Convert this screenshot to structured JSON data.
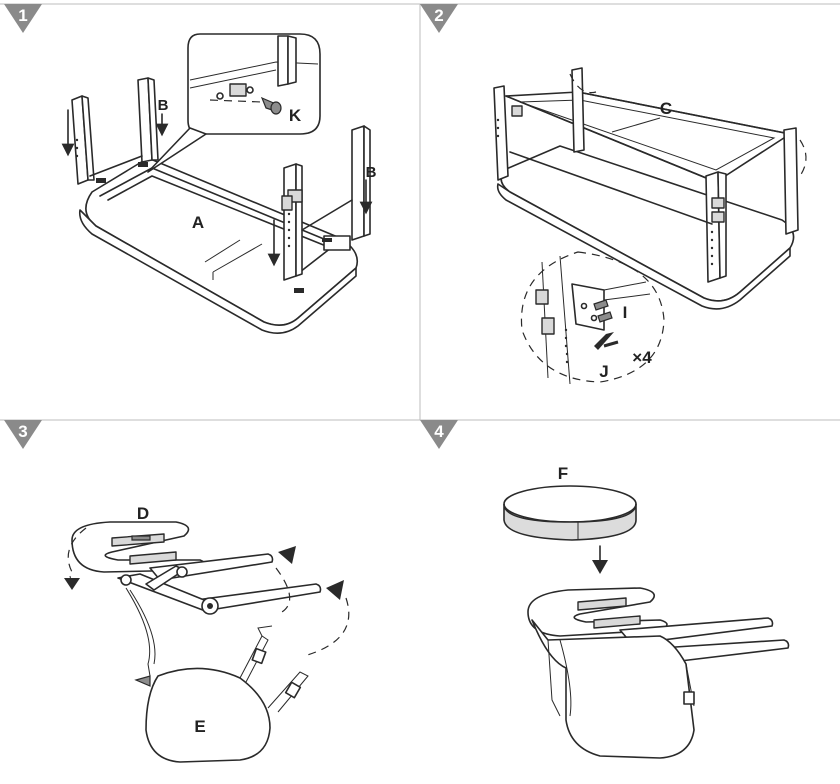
{
  "steps": [
    {
      "number": "1",
      "labels": {
        "A": "A",
        "B_left": "B",
        "B_right": "B",
        "K": "K"
      }
    },
    {
      "number": "2",
      "labels": {
        "C": "C",
        "I": "I",
        "J": "J",
        "count": "×4"
      }
    },
    {
      "number": "3",
      "labels": {
        "D": "D",
        "E": "E"
      }
    },
    {
      "number": "4",
      "labels": {
        "F": "F"
      }
    }
  ],
  "colors": {
    "badge": "#8a8a8a",
    "line": "#2a2a2a",
    "divider": "#bdbdbd",
    "cushion_face": "#dcdcdc"
  },
  "icons": [
    "down-arrow-icon",
    "bolt-icon",
    "allen-key-icon",
    "motion-arc-icon"
  ]
}
